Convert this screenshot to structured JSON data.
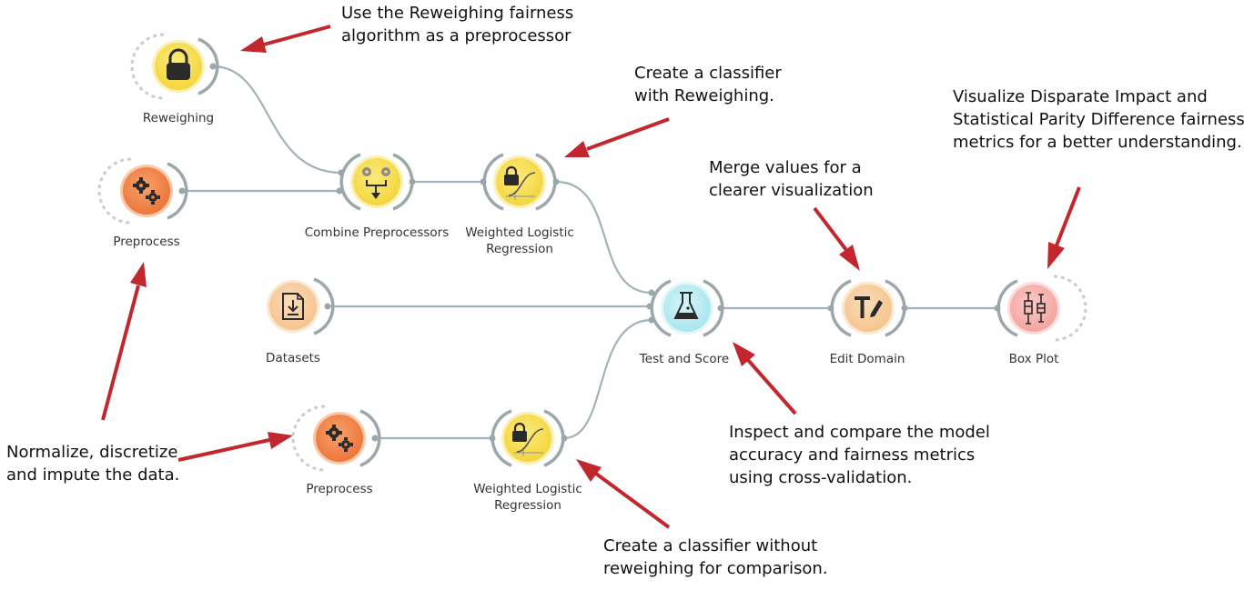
{
  "colors": {
    "link": "#a3b1b8",
    "arc": "#9ba7ac",
    "arrow": "#c1272d",
    "yellow_fill": "#f7e05c",
    "yellow_halo": "#fbf0b2",
    "orange_fill": "#f0894d",
    "orange_halo": "#f9c8a6",
    "peach_fill": "#f7cfa3",
    "peach_halo": "#fbe6cf",
    "cyan_fill": "#bfeef3",
    "cyan_halo": "#e2f7f9",
    "pink_fill": "#f8b7b4",
    "pink_halo": "#fcdcda"
  },
  "widgets": [
    {
      "id": "reweighing",
      "label": [
        "Reweighing"
      ],
      "icon": "lock-icon"
    },
    {
      "id": "preprocess-top",
      "label": [
        "Preprocess"
      ],
      "icon": "gears-icon"
    },
    {
      "id": "combine-preprocessors",
      "label": [
        "Combine Preprocessors"
      ],
      "icon": "merge-gears-icon"
    },
    {
      "id": "weighted-lr-top",
      "label": [
        "Weighted Logistic",
        "Regression"
      ],
      "icon": "lock-sigmoid-icon"
    },
    {
      "id": "datasets",
      "label": [
        "Datasets"
      ],
      "icon": "download-document-icon"
    },
    {
      "id": "test-and-score",
      "label": [
        "Test and Score"
      ],
      "icon": "flask-icon"
    },
    {
      "id": "edit-domain",
      "label": [
        "Edit Domain"
      ],
      "icon": "text-pencil-icon"
    },
    {
      "id": "box-plot",
      "label": [
        "Box Plot"
      ],
      "icon": "box-plot-icon"
    },
    {
      "id": "preprocess-bottom",
      "label": [
        "Preprocess"
      ],
      "icon": "gears-icon"
    },
    {
      "id": "weighted-lr-bottom",
      "label": [
        "Weighted Logistic",
        "Regression"
      ],
      "icon": "lock-sigmoid-icon"
    }
  ],
  "notes": [
    {
      "id": "reweighing-note",
      "lines": [
        "Use the Reweighing fairness",
        "algorithm as a preprocessor"
      ]
    },
    {
      "id": "classifier-reweighing-note",
      "lines": [
        "Create a classifier",
        "with Reweighing."
      ]
    },
    {
      "id": "box-plot-note",
      "lines": [
        "Visualize Disparate Impact and",
        "Statistical Parity Difference fairness",
        "metrics for a better understanding."
      ]
    },
    {
      "id": "edit-domain-note",
      "lines": [
        "Merge values for a",
        "clearer visualization"
      ]
    },
    {
      "id": "preprocess-note",
      "lines": [
        "Normalize, discretize",
        "and impute the data."
      ]
    },
    {
      "id": "test-score-note",
      "lines": [
        "Inspect and compare the model",
        "accuracy and fairness metrics",
        "using cross-validation."
      ]
    },
    {
      "id": "classifier-no-reweighing-note",
      "lines": [
        "Create a classifier without",
        "reweighing for comparison."
      ]
    }
  ]
}
